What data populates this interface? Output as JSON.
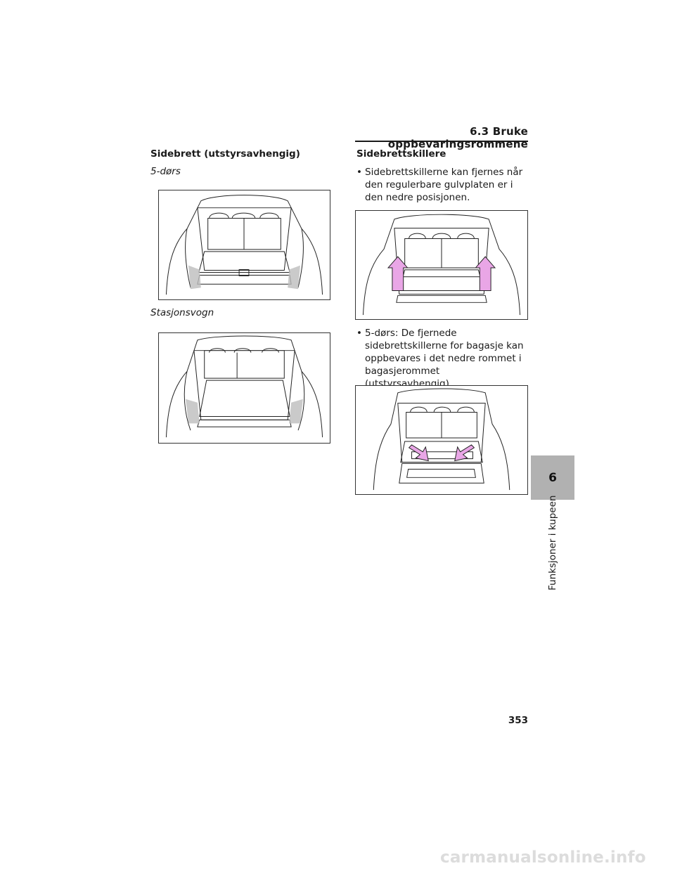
{
  "header": {
    "section_title": "6.3 Bruke oppbevaringsrommene"
  },
  "left": {
    "heading": "Sidebrett (utstyrsavhengig)",
    "variant_1": "5-dørs",
    "variant_2": "Stasjonsvogn"
  },
  "right": {
    "heading": "Sidebrettskillere",
    "bullet_1": "Sidebrettskillerne kan fjernes når den regulerbare gulvplaten er i den nedre posisjonen.",
    "bullet_2": "5-dørs: De fjernede sidebrettskillerne for bagasje kan oppbevares i det nedre rommet i bagasjerommet (utstyrsavhengig)."
  },
  "tab": {
    "chapter_number": "6",
    "chapter_title": "Funksjoner i kupeen"
  },
  "page_number": "353",
  "watermark": "carmanualsonline.info",
  "colors": {
    "arrow_fill": "#e9a6e6",
    "highlight": "#bdbdbd",
    "tab": "#b1b1b1"
  }
}
